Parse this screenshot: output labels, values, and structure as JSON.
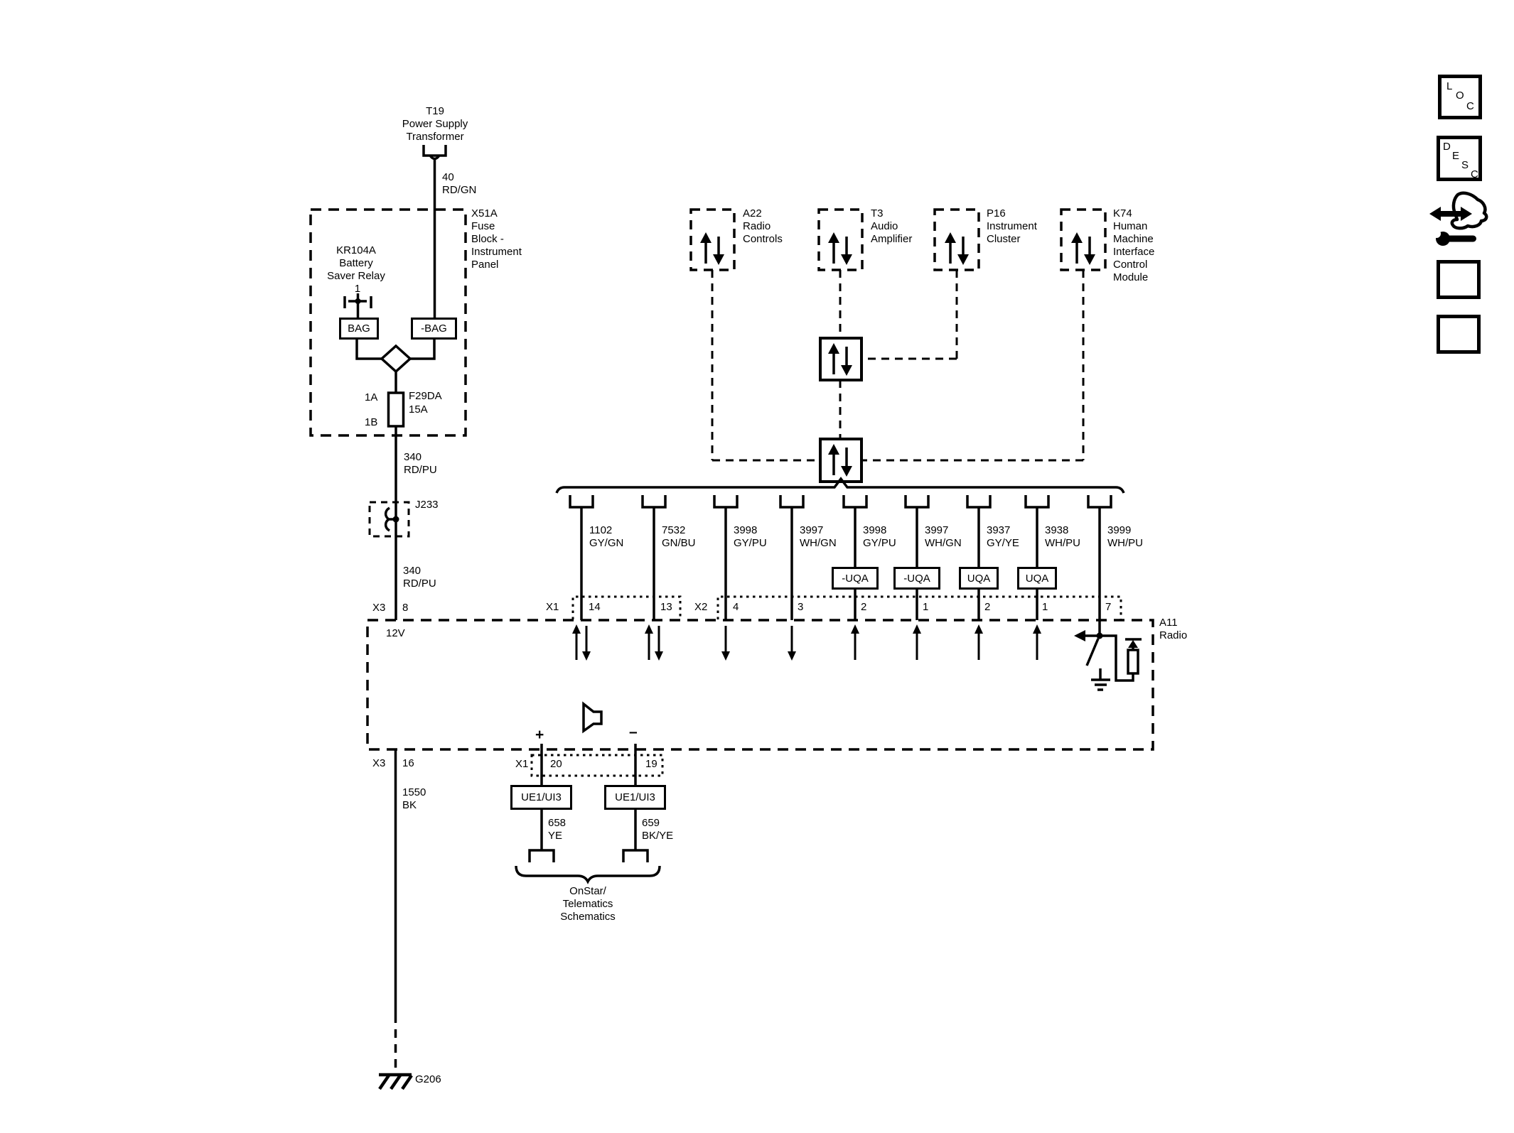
{
  "sidebar": {
    "loc_letters": [
      "L",
      "O",
      "C"
    ],
    "desc_letters": [
      "D",
      "E",
      "S",
      "C"
    ]
  },
  "power_chain": {
    "transformer": {
      "id": "T19",
      "name1": "Power Supply",
      "name2": "Transformer"
    },
    "wire_40": {
      "circuit": "40",
      "color": "RD/GN"
    },
    "fuse_block": {
      "id": "X51A",
      "name1": "Fuse",
      "name2": "Block -",
      "name3": "Instrument",
      "name4": "Panel"
    },
    "relay": {
      "id": "KR104A",
      "name1": "Battery",
      "name2": "Saver Relay",
      "pin": "1"
    },
    "relay_terminal": "BAG",
    "transformer_terminal": "-BAG",
    "fuse": {
      "pin_top": "1A",
      "pin_bottom": "1B",
      "id": "F29DA",
      "rating": "15A"
    },
    "wire_340_upper": {
      "circuit": "340",
      "color": "RD/PU"
    },
    "splice_id": "J233",
    "wire_340_lower": {
      "circuit": "340",
      "color": "RD/PU"
    },
    "radio_b_plus": {
      "connector": "X3",
      "pin": "8",
      "function": "12V"
    }
  },
  "modules": [
    {
      "id": "A22",
      "name1": "Radio",
      "name2": "Controls"
    },
    {
      "id": "T3",
      "name1": "Audio",
      "name2": "Amplifier"
    },
    {
      "id": "P16",
      "name1": "Instrument",
      "name2": "Cluster"
    },
    {
      "id": "K74",
      "name1": "Human",
      "name2": "Machine",
      "name3": "Interface",
      "name4": "Control",
      "name5": "Module"
    }
  ],
  "radio": {
    "id": "A11",
    "name": "Radio"
  },
  "data_wires": {
    "connector_x1": "X1",
    "connector_x2": "X2",
    "wires": [
      {
        "circuit": "1102",
        "color": "GY/GN",
        "pin": "14"
      },
      {
        "circuit": "7532",
        "color": "GN/BU",
        "pin": "13"
      },
      {
        "circuit": "3998",
        "color": "GY/PU",
        "pin": "4"
      },
      {
        "circuit": "3997",
        "color": "WH/GN",
        "pin": "3"
      },
      {
        "circuit": "3998",
        "color": "GY/PU",
        "pin": "2",
        "option": "-UQA"
      },
      {
        "circuit": "3997",
        "color": "WH/GN",
        "pin": "1",
        "option": "-UQA"
      },
      {
        "circuit": "3937",
        "color": "GY/YE",
        "pin": "2",
        "option": "UQA"
      },
      {
        "circuit": "3938",
        "color": "WH/PU",
        "pin": "1",
        "option": "UQA"
      },
      {
        "circuit": "3999",
        "color": "WH/PU",
        "pin": "7"
      }
    ]
  },
  "ground_chain": {
    "connector": "X3",
    "pin": "16",
    "wire": {
      "circuit": "1550",
      "color": "BK"
    },
    "ground_id": "G206"
  },
  "speaker_circuit": {
    "plus": "+",
    "minus": "–",
    "connector": "X1",
    "pin_plus": "20",
    "pin_minus": "19",
    "option_plus": "UE1/UI3",
    "option_minus": "UE1/UI3",
    "wire_plus": {
      "circuit": "658",
      "color": "YE"
    },
    "wire_minus": {
      "circuit": "659",
      "color": "BK/YE"
    },
    "note1": "OnStar/",
    "note2": "Telematics",
    "note3": "Schematics"
  }
}
